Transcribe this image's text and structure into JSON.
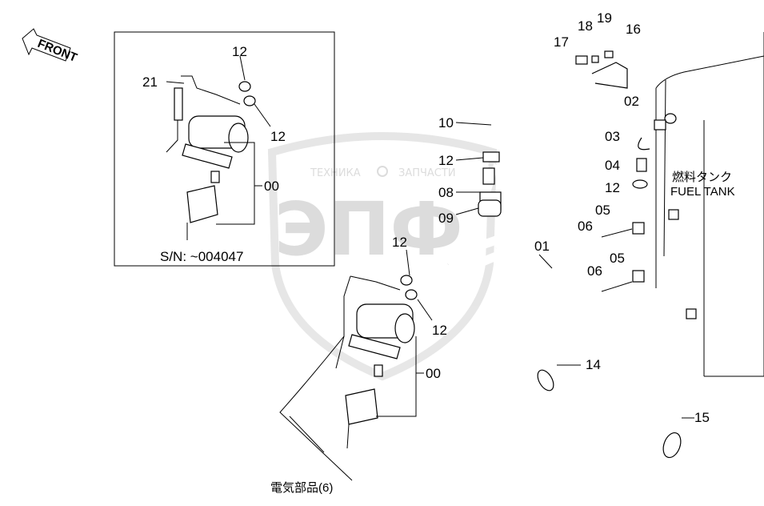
{
  "watermark": {
    "top_text_left": "ТЕХНИКА",
    "top_text_right": "ЗАПЧАСТИ",
    "big_letters": "ЭПФ"
  },
  "front_arrow": {
    "label": "FRONT"
  },
  "inset": {
    "serial_note": "S/N: ~004047"
  },
  "fuel_tank": {
    "jp": "燃料タンク",
    "en": "FUEL TANK"
  },
  "electrical_note": "電気部品(6)",
  "callouts": {
    "c00a": "00",
    "c00b": "00",
    "c01": "01",
    "c02": "02",
    "c03": "03",
    "c04": "04",
    "c05a": "05",
    "c05b": "05",
    "c06a": "06",
    "c06b": "06",
    "c08": "08",
    "c09": "09",
    "c10": "10",
    "c12a": "12",
    "c12b": "12",
    "c12c": "12",
    "c12d": "12",
    "c12e": "12",
    "c12f": "12",
    "c14": "14",
    "c15": "15",
    "c16": "16",
    "c17": "17",
    "c18": "18",
    "c19": "19",
    "c21": "21"
  }
}
